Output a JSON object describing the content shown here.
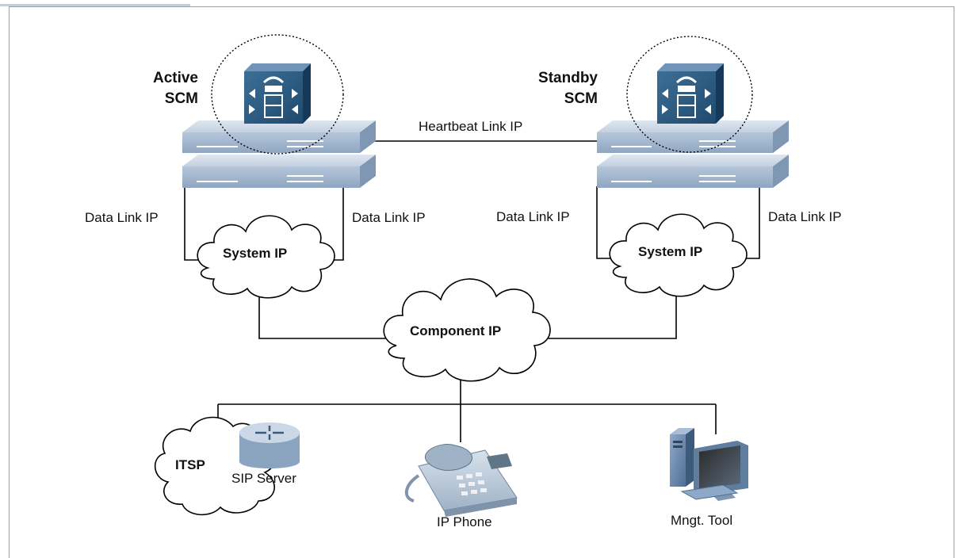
{
  "nodes": {
    "active_scm": {
      "line1": "Active",
      "line2": "SCM"
    },
    "standby_scm": {
      "line1": "Standby",
      "line2": "SCM"
    },
    "heartbeat_link": "Heartbeat Link IP",
    "left_data_link_left": "Data Link IP",
    "left_data_link_right": "Data Link IP",
    "right_data_link_left": "Data Link IP",
    "right_data_link_right": "Data Link IP",
    "left_system_cloud": "System IP",
    "right_system_cloud": "System IP",
    "component_cloud": "Component IP",
    "itsp_cloud": "ITSP",
    "sip_server": "SIP Server",
    "ip_phone": "IP Phone",
    "mngt_tool": "Mngt. Tool"
  },
  "colors": {
    "device_top": "#cfd9e6",
    "device_front": "#9fb4cc",
    "device_side": "#7f97b3",
    "scm_icon": "#2e5f86",
    "line": "#000000",
    "cloud_stroke": "#000000",
    "cloud_fill": "#ffffff",
    "header_accent": "#2f7fc1"
  }
}
